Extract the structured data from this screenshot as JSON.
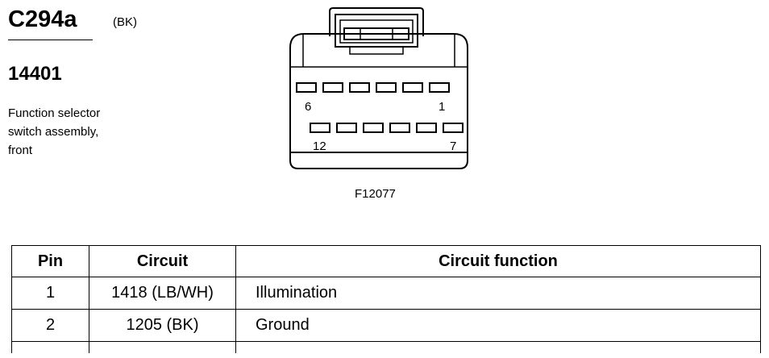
{
  "header": {
    "connector_id": "C294a",
    "connector_color": "(BK)",
    "part_number": "14401",
    "description_lines": [
      "Function selector",
      "switch assembly,",
      "front"
    ]
  },
  "connector": {
    "pin_labels": {
      "top_left": "6",
      "top_right": "1",
      "bottom_left": "12",
      "bottom_right": "7"
    },
    "figure_id": "F12077"
  },
  "table": {
    "headers": [
      "Pin",
      "Circuit",
      "Circuit function"
    ],
    "rows": [
      {
        "pin": "1",
        "circuit": "1418 (LB/WH)",
        "function": "Illumination"
      },
      {
        "pin": "2",
        "circuit": "1205 (BK)",
        "function": "Ground"
      }
    ]
  }
}
